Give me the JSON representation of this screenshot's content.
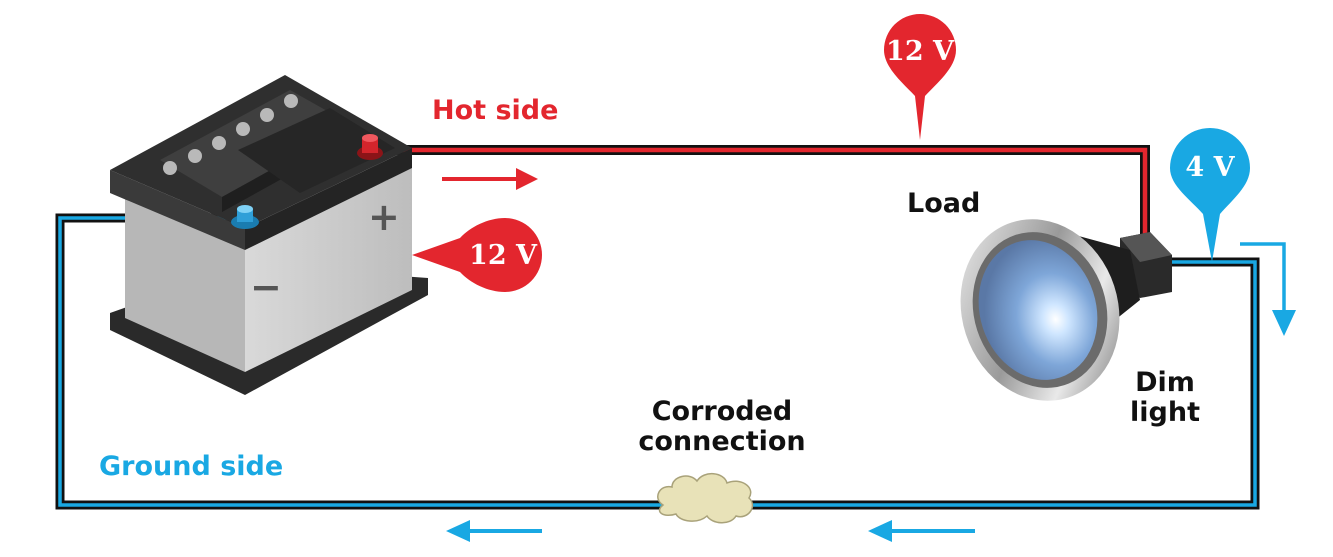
{
  "labels": {
    "hot_side": "Hot side",
    "ground_side": "Ground side",
    "load": "Load",
    "corroded_line1": "Corroded",
    "corroded_line2": "connection",
    "dim_line1": "Dim",
    "dim_line2": "light"
  },
  "badges": {
    "top_voltage": "12 V",
    "battery_voltage": "12 V",
    "load_voltage": "4 V"
  },
  "battery": {
    "positive_symbol": "+",
    "negative_symbol": "−"
  },
  "colors": {
    "hot": "#e3262e",
    "ground": "#19a8e3",
    "wire_dark": "#111111",
    "battery_top": "#2e2e2e",
    "battery_body": "#cfcfcf",
    "corrosion": "#e8e2b8"
  },
  "icons": {
    "battery": "car-battery-icon",
    "lamp": "headlamp-bulb-icon",
    "corrosion": "corrosion-blob-icon"
  }
}
